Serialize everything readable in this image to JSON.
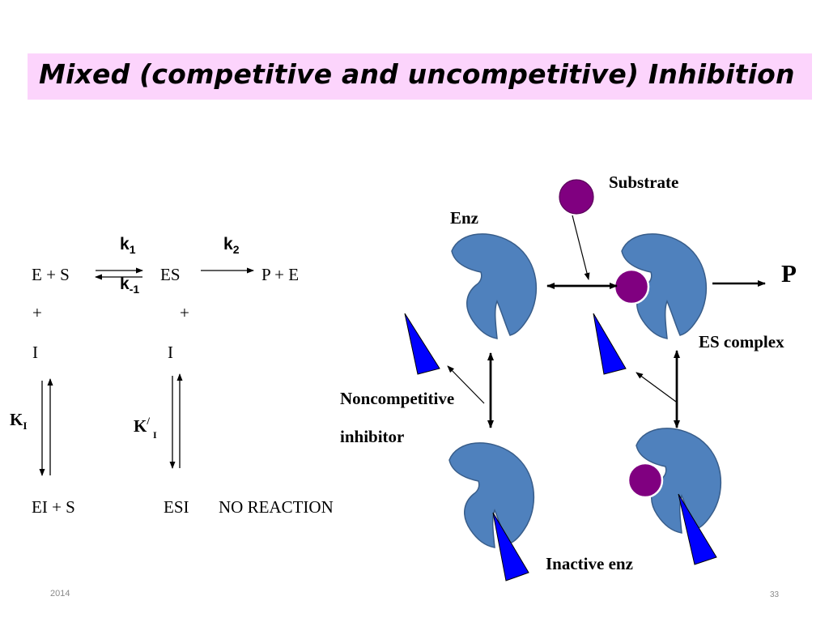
{
  "slide": {
    "title": "Mixed (competitive and uncompetitive) Inhibition",
    "footer_year": "2014",
    "page_number": "33"
  },
  "scheme": {
    "k1": "k",
    "k1_sub": "1",
    "k2": "k",
    "k2_sub": "2",
    "km1": "k",
    "km1_sub": "-1",
    "e_plus_s": "E + S",
    "es": "ES",
    "p_plus_e": "P + E",
    "plus_left": "+",
    "plus_right": "+",
    "i_left": "I",
    "i_right": "I",
    "ki": "K",
    "ki_sub": "I",
    "kprime": "K",
    "kprime_sup": "/",
    "kprime_sub": "I",
    "ei_plus_s": "EI + S",
    "esi": "ESI",
    "no_reaction": "NO REACTION"
  },
  "diagram": {
    "substrate_label": "Substrate",
    "enz_label": "Enz",
    "product_label": "P",
    "es_complex_label": "ES complex",
    "noncompetitive_label": "Noncompetitive",
    "inhibitor_label": "inhibitor",
    "inactive_label": "Inactive enz",
    "colors": {
      "enzyme": "#4f81bd",
      "substrate": "#800080",
      "inhibitor": "#0000ff",
      "title_bg": "#fcd4fc"
    }
  }
}
